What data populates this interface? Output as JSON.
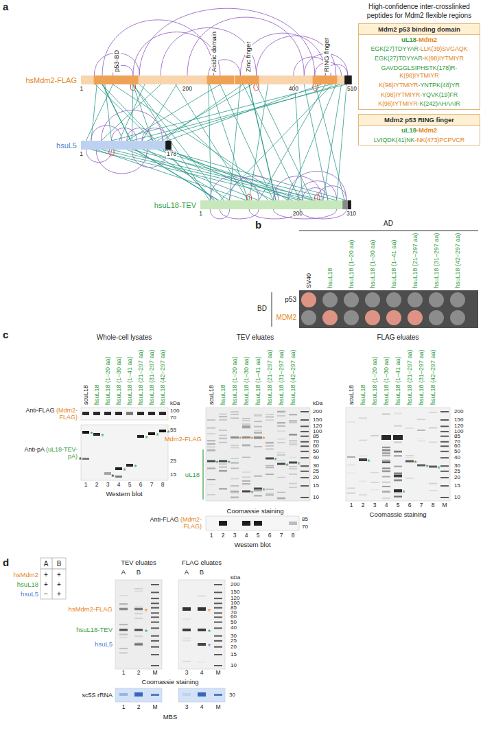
{
  "diagram": {
    "nodes": [
      {
        "text": [
          "hsMdm2-FLAG"
        ]
      },
      {
        "text": [
          "hsuL5"
        ]
      },
      {
        "text": [
          "hsuL18-TEV"
        ]
      },
      {
        "text": [
          "High-confidence inter-crosslinked peptides for Mdm2 flexible regions"
        ]
      },
      {
        "text": [
          "Mdm2 p53 binding domain",
          "uL18-Mdm2",
          "EGK(27)TDYYAR-LLK(39)SVGAQK",
          "EGK(27)TDYYAR-K(98)IYTMIYR",
          "GAVDGGLSIPHSTK(178)R-K(98)IYTMIYR",
          "K(98)IYTMIYR-YNTPK(48)YR",
          "K(98)IYTMIYR-YQVK(19)FR",
          "K(98)IYTMIYR-K(242)AHAAIR"
        ],
        "in": 3
      },
      {
        "text": [
          "Mdm2 p53 RING finger",
          "uL18-Mdm2",
          "LVIQDK(41)NK-NK(473)PCPVCR"
        ],
        "in": 3
      }
    ],
    "edges": [
      {
        "from": 0,
        "to": 1,
        "arrow": "none"
      },
      {
        "from": 0,
        "to": 2,
        "arrow": "none"
      },
      {
        "from": 1,
        "to": 2,
        "arrow": "none"
      }
    ],
    "labels": [
      "a",
      "p53-BD",
      "Acidic domain",
      "Zinc finger",
      "RING finger",
      "1",
      "200",
      "400",
      "510",
      "1",
      "178",
      "1",
      "200",
      "310",
      "b",
      "AD",
      "SV40",
      "hsuL18",
      "hsuL18 (1–20 aa)",
      "hsuL18 (1–30 aa)",
      "hsuL18 (1–41 aa)",
      "hsuL18 (21–297 aa)",
      "hsuL18 (31–297 aa)",
      "hsuL18 (42–297 aa)",
      "BD",
      "p53",
      "MDM2",
      "c",
      "Whole-cell lysates",
      "TEV eluates",
      "FLAG eluates",
      "scuL18",
      "hsuL18",
      "hsuL18 (1–20 aa)",
      "hsuL18 (1–30 aa)",
      "hsuL18 (1–41 aa)",
      "hsuL18 (21–297 aa)",
      "hsuL18 (31–297 aa)",
      "hsuL18 (42–297 aa)",
      "scuL18",
      "hsuL18",
      "hsuL18 (1–20 aa)",
      "hsuL18 (1–30 aa)",
      "hsuL18 (1–41 aa)",
      "hsuL18 (21–297 aa)",
      "hsuL18 (31–297 aa)",
      "hsuL18 (42–297 aa)",
      "scuL18",
      "hsuL18",
      "hsuL18 (1–20 aa)",
      "hsuL18 (1–30 aa)",
      "hsuL18 (1–41 aa)",
      "hsuL18 (21–297 aa)",
      "hsuL18 (31–297 aa)",
      "hsuL18 (42–297 aa)",
      "Anti-FLAG (Mdm2-FLAG)",
      "Anti-pA (uL18-TEV-pA)",
      "kDa",
      "100",
      "70",
      "55",
      "25",
      "15",
      "1",
      "2",
      "3",
      "4",
      "5",
      "6",
      "7",
      "8",
      "Western blot",
      "*",
      "*",
      "*",
      "*",
      "*",
      "*",
      "*",
      "*",
      "*",
      "Mdm2-FLAG",
      "uL18",
      "kDa",
      "200",
      "150",
      "120",
      "100",
      "85",
      "70",
      "60",
      "50",
      "40",
      "30",
      "25",
      "20",
      "15",
      "10",
      "Coomassie staining",
      "Anti-FLAG (Mdm2-FLAG)",
      "85",
      "70",
      "1",
      "2",
      "3",
      "4",
      "5",
      "6",
      "7",
      "8",
      "Western blot",
      "*",
      "*",
      "*",
      "*",
      "*",
      "*",
      "*",
      "*",
      "*",
      "*",
      "200",
      "150",
      "120",
      "100",
      "85",
      "70",
      "60",
      "50",
      "40",
      "30",
      "25",
      "20",
      "15",
      "10",
      "1",
      "2",
      "3",
      "4",
      "5",
      "6",
      "7",
      "8",
      "M",
      "Coomassie staining",
      "*",
      "*",
      "*",
      "*",
      "*",
      "d",
      "A",
      "B",
      "hsMdm2",
      "+",
      "+",
      "hsuL18",
      "+",
      "+",
      "hsuL5",
      "−",
      "+",
      "TEV eluates",
      "FLAG eluates",
      "A",
      "B",
      "A",
      "B",
      "kDa",
      "200",
      "150",
      "120",
      "100",
      "85",
      "70",
      "60",
      "50",
      "40",
      "30",
      "25",
      "20",
      "15",
      "10",
      "hsMdm2-FLAG",
      "hsuL18-TEV",
      "hsuL5",
      "*",
      "*",
      "*",
      "*",
      "*",
      "1",
      "2",
      "M",
      "3",
      "4",
      "M",
      "Coomassie staining",
      "sc5S rRNA",
      "30",
      "1",
      "2",
      "M",
      "3",
      "4",
      "M",
      "MBS"
    ]
  }
}
